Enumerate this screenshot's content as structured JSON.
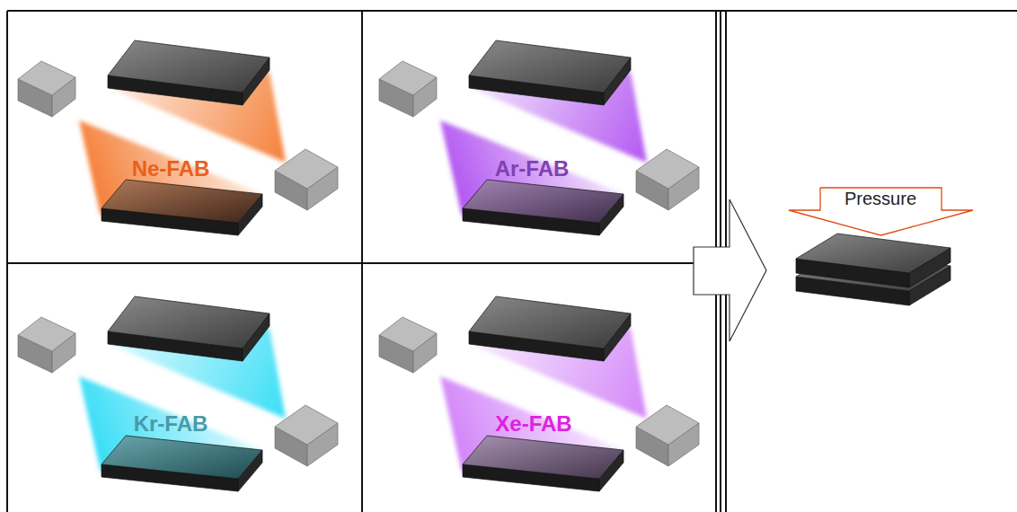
{
  "diagram": {
    "nodes": [
      {
        "text": [
          "Pressure"
        ]
      }
    ],
    "labels": [
      "Ne-FAB",
      "Ar-FAB",
      "Kr-FAB",
      "Xe-FAB"
    ]
  }
}
